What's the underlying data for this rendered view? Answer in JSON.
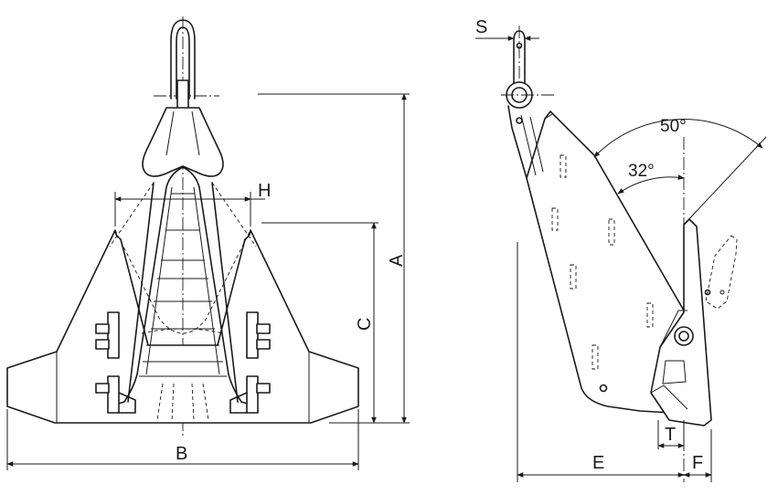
{
  "front_view": {
    "labels": {
      "A": "A",
      "B": "B",
      "C": "C",
      "H": "H"
    }
  },
  "side_view": {
    "labels": {
      "S": "S",
      "E": "E",
      "F": "F",
      "T": "T"
    },
    "angles": {
      "outer": "50°",
      "inner": "32°"
    }
  }
}
